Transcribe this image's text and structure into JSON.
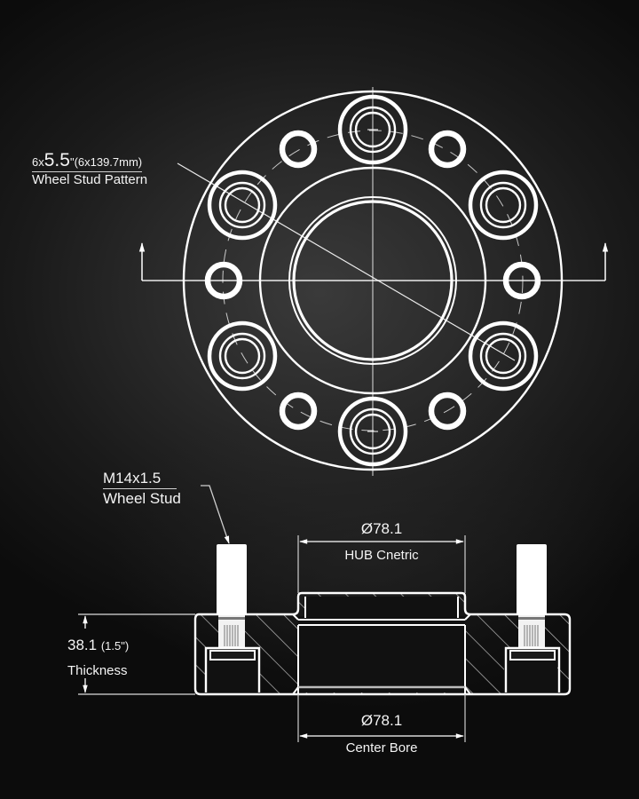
{
  "diagram": {
    "subject": "Wheel spacer technical drawing",
    "colors": {
      "background": "#0b0b0b",
      "line": "#ffffff",
      "text": "#f4f4f4"
    },
    "top_view": {
      "bolt_pattern": {
        "count_prefix": "6x",
        "inch_value": "5.5",
        "inch_unit": "\"",
        "metric": "(6x139.7mm)",
        "label": "Wheel Stud  Pattern"
      }
    },
    "section_view": {
      "stud": {
        "spec": "M14x1.5",
        "label": "Wheel Stud"
      },
      "thickness": {
        "value": "38.1",
        "imperial": "(1.5\")",
        "label": "Thickness"
      },
      "hub_centric": {
        "value": "Ø78.1",
        "label": "HUB Cnetric"
      },
      "center_bore": {
        "value": "Ø78.1",
        "label": "Center Bore"
      }
    }
  }
}
